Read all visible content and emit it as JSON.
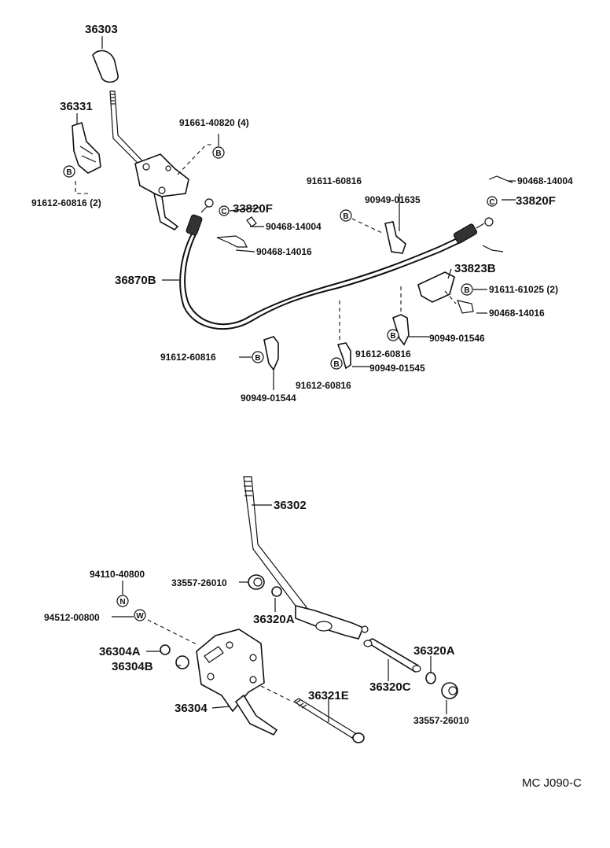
{
  "drawing_code": "MC J090-C",
  "callouts": {
    "p36303": "36303",
    "p36331": "36331",
    "p91661_40820": "91661-40820 (4)",
    "p91612_60816_2": "91612-60816 (2)",
    "p33820F_a": "33820F",
    "p90468_14004_a": "90468-14004",
    "p90468_14016_a": "90468-14016",
    "p36870B": "36870B",
    "p91611_60816": "91611-60816",
    "p90949_01635": "90949-01635",
    "p90468_14004_b": "90468-14004",
    "p33820F_b": "33820F",
    "p33823B": "33823B",
    "p91611_61025": "91611-61025 (2)",
    "p90468_14016_b": "90468-14016",
    "p90949_01546": "90949-01546",
    "p91612_60816_c": "91612-60816",
    "p90949_01545": "90949-01545",
    "p91612_60816_d": "91612-60816",
    "p91612_60816_e": "91612-60816",
    "p90949_01544": "90949-01544",
    "p36302": "36302",
    "p94110_40800": "94110-40800",
    "p33557_26010_a": "33557-26010",
    "p94512_00800": "94512-00800",
    "p36320A_a": "36320A",
    "p36304A": "36304A",
    "p36304B": "36304B",
    "p36320A_b": "36320A",
    "p36320C": "36320C",
    "p36321E": "36321E",
    "p36304": "36304",
    "p33557_26010_b": "33557-26010"
  },
  "symbols": {
    "bolt": "B",
    "clip": "C",
    "nut": "N",
    "washer": "W"
  }
}
